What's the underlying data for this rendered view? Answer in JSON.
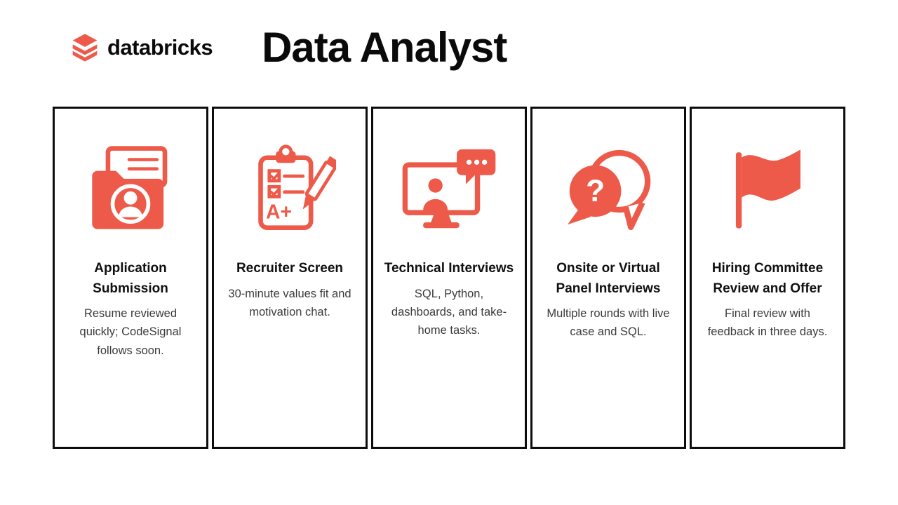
{
  "colors": {
    "accent": "#ee5a49",
    "card_border": "#0d0d0d",
    "title_text": "#0a0a0a",
    "body_text": "#3b3b3b"
  },
  "header": {
    "brand": "databricks",
    "title": "Data Analyst"
  },
  "icons": {
    "clipboard_grade": "A+",
    "question_mark": "?"
  },
  "cards": [
    {
      "icon": "folder-user-icon",
      "title": "Application Submission",
      "description": "Resume reviewed quickly; CodeSignal follows soon."
    },
    {
      "icon": "clipboard-checklist-icon",
      "title": "Recruiter Screen",
      "description": "30-minute values fit and motivation chat."
    },
    {
      "icon": "monitor-interview-icon",
      "title": "Technical Interviews",
      "description": "SQL, Python, dashboards, and take-home tasks."
    },
    {
      "icon": "question-bubbles-icon",
      "title": "Onsite or Virtual Panel Interviews",
      "description": "Multiple rounds with live case and SQL."
    },
    {
      "icon": "flag-icon",
      "title": "Hiring Committee Review and Offer",
      "description": "Final review with feedback in three days."
    }
  ]
}
